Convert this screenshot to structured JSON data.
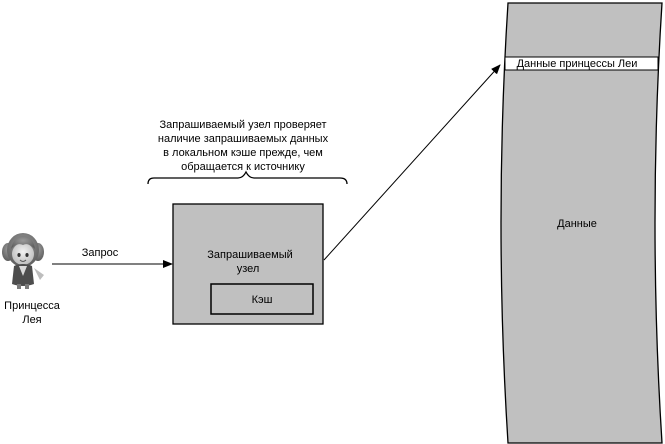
{
  "diagram": {
    "user": {
      "name_lines": [
        "Принцесса",
        "Лея"
      ],
      "icon": "princess-avatar-icon"
    },
    "request_label": "Запрос",
    "annotation_lines": [
      "Запрашиваемый узел проверяет",
      "наличие запрашиваемых данных",
      "в локальном кэше прежде, чем",
      "обращается к источнику"
    ],
    "node": {
      "title_lines": [
        "Запрашиваемый",
        "узел"
      ],
      "cache_label": "Кэш"
    },
    "datastore": {
      "record_label": "Данные принцессы Леи",
      "body_label": "Данные"
    },
    "colors": {
      "box_fill": "#c0c0c0",
      "stroke": "#000000",
      "record_fill": "#ffffff"
    }
  }
}
